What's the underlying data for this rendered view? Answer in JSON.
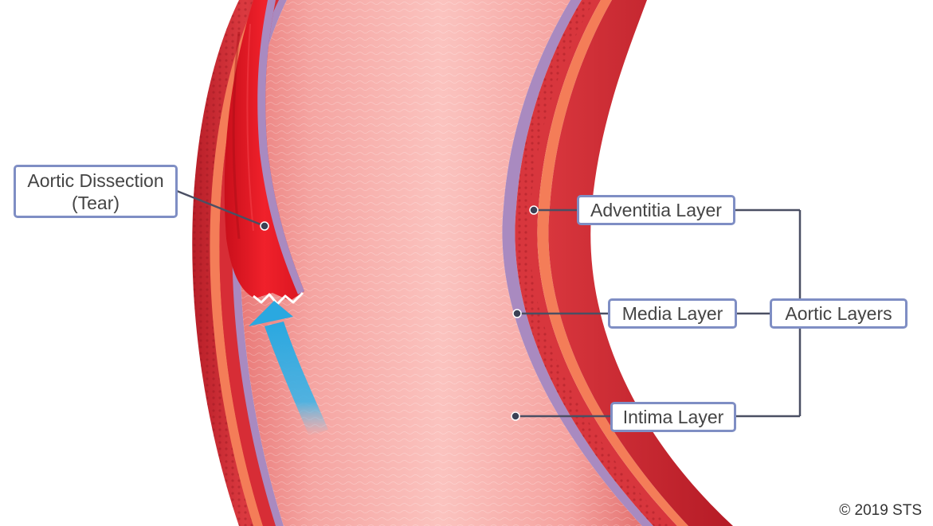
{
  "labels": {
    "dissection_line1": "Aortic Dissection",
    "dissection_line2": "(Tear)",
    "adventitia": "Adventitia Layer",
    "media": "Media Layer",
    "intima": "Intima Layer",
    "aortic_layers": "Aortic Layers"
  },
  "copyright": "© 2019 STS",
  "colors": {
    "label_border": "#7f8ec4",
    "leader_line": "#4a4f63",
    "adventitia_red": "#d8353c",
    "media_orange": "#f27a55",
    "intima_purple": "#a98ac0",
    "lumen_pink": "#f49a96",
    "tear_red": "#e2141f",
    "flow_arrow_blue": "#2aa8e0"
  },
  "icons": {
    "flow_arrow": "blood-flow-arrow-icon",
    "pointer_dot": "leader-dot-icon"
  }
}
